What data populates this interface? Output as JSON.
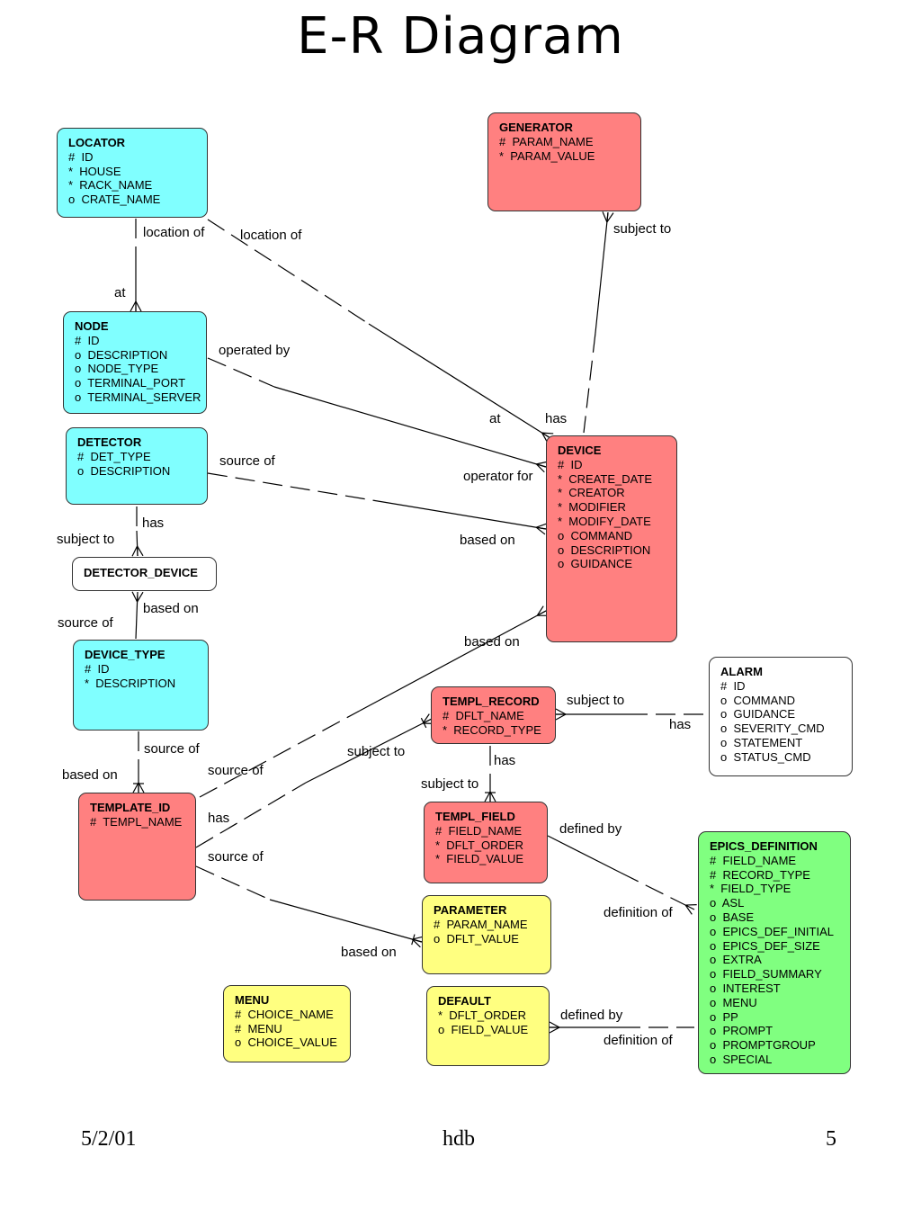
{
  "title": "E-R Diagram",
  "colors": {
    "cyan": "#80ffff",
    "red": "#ff8080",
    "yellow": "#ffff80",
    "green": "#80ff80",
    "white": "#ffffff"
  },
  "entities": {
    "locator": {
      "name": "LOCATOR",
      "color": "#80ffff",
      "attrs": [
        "#  ID",
        "*  HOUSE",
        "*  RACK_NAME",
        "o  CRATE_NAME"
      ]
    },
    "generator": {
      "name": "GENERATOR",
      "color": "#ff8080",
      "attrs": [
        "#  PARAM_NAME",
        "*  PARAM_VALUE"
      ]
    },
    "node": {
      "name": "NODE",
      "color": "#80ffff",
      "attrs": [
        "#  ID",
        "o  DESCRIPTION",
        "o  NODE_TYPE",
        "o  TERMINAL_PORT",
        "o  TERMINAL_SERVER"
      ]
    },
    "detector": {
      "name": "DETECTOR",
      "color": "#80ffff",
      "attrs": [
        "#  DET_TYPE",
        "o  DESCRIPTION"
      ]
    },
    "device": {
      "name": "DEVICE",
      "color": "#ff8080",
      "attrs": [
        "#  ID",
        "*  CREATE_DATE",
        "*  CREATOR",
        "*  MODIFIER",
        "*  MODIFY_DATE",
        "o  COMMAND",
        "o  DESCRIPTION",
        "o  GUIDANCE"
      ]
    },
    "detector_device": {
      "name": "DETECTOR_DEVICE",
      "color": "#ffffff",
      "attrs": []
    },
    "device_type": {
      "name": "DEVICE_TYPE",
      "color": "#80ffff",
      "attrs": [
        "#  ID",
        "*  DESCRIPTION"
      ]
    },
    "alarm": {
      "name": "ALARM",
      "color": "#ffffff",
      "attrs": [
        "#  ID",
        "o  COMMAND",
        "o  GUIDANCE",
        "o  SEVERITY_CMD",
        "o  STATEMENT",
        "o  STATUS_CMD"
      ]
    },
    "templ_record": {
      "name": "TEMPL_RECORD",
      "color": "#ff8080",
      "attrs": [
        "#  DFLT_NAME",
        "*  RECORD_TYPE"
      ]
    },
    "template_id": {
      "name": "TEMPLATE_ID",
      "color": "#ff8080",
      "attrs": [
        "#  TEMPL_NAME"
      ]
    },
    "templ_field": {
      "name": "TEMPL_FIELD",
      "color": "#ff8080",
      "attrs": [
        "#  FIELD_NAME",
        "*  DFLT_ORDER",
        "*  FIELD_VALUE"
      ]
    },
    "epics_definition": {
      "name": "EPICS_DEFINITION",
      "color": "#80ff80",
      "attrs": [
        "#  FIELD_NAME",
        "#  RECORD_TYPE",
        "*  FIELD_TYPE",
        "o  ASL",
        "o  BASE",
        "o  EPICS_DEF_INITIAL",
        "o  EPICS_DEF_SIZE",
        "o  EXTRA",
        "o  FIELD_SUMMARY",
        "o  INTEREST",
        "o  MENU",
        "o  PP",
        "o  PROMPT",
        "o  PROMPTGROUP",
        "o  SPECIAL"
      ]
    },
    "parameter": {
      "name": "PARAMETER",
      "color": "#ffff80",
      "attrs": [
        "#  PARAM_NAME",
        "o  DFLT_VALUE"
      ]
    },
    "menu": {
      "name": "MENU",
      "color": "#ffff80",
      "attrs": [
        "#  CHOICE_NAME",
        "#  MENU",
        "o  CHOICE_VALUE"
      ]
    },
    "default": {
      "name": "DEFAULT",
      "color": "#ffff80",
      "attrs": [
        "*  DFLT_ORDER",
        "o  FIELD_VALUE"
      ]
    }
  },
  "relationship_labels": [
    "location of",
    "location of",
    "at",
    "subject to",
    "operated by",
    "at",
    "has",
    "source of",
    "operator for",
    "has",
    "subject to",
    "based on",
    "based on",
    "source of",
    "based on",
    "subject to",
    "has",
    "source of",
    "subject to",
    "based on",
    "source of",
    "has",
    "has",
    "subject to",
    "defined by",
    "source of",
    "definition of",
    "based on",
    "defined by",
    "definition of"
  ],
  "footer": {
    "date": "5/2/01",
    "center": "hdb",
    "page": "5"
  }
}
